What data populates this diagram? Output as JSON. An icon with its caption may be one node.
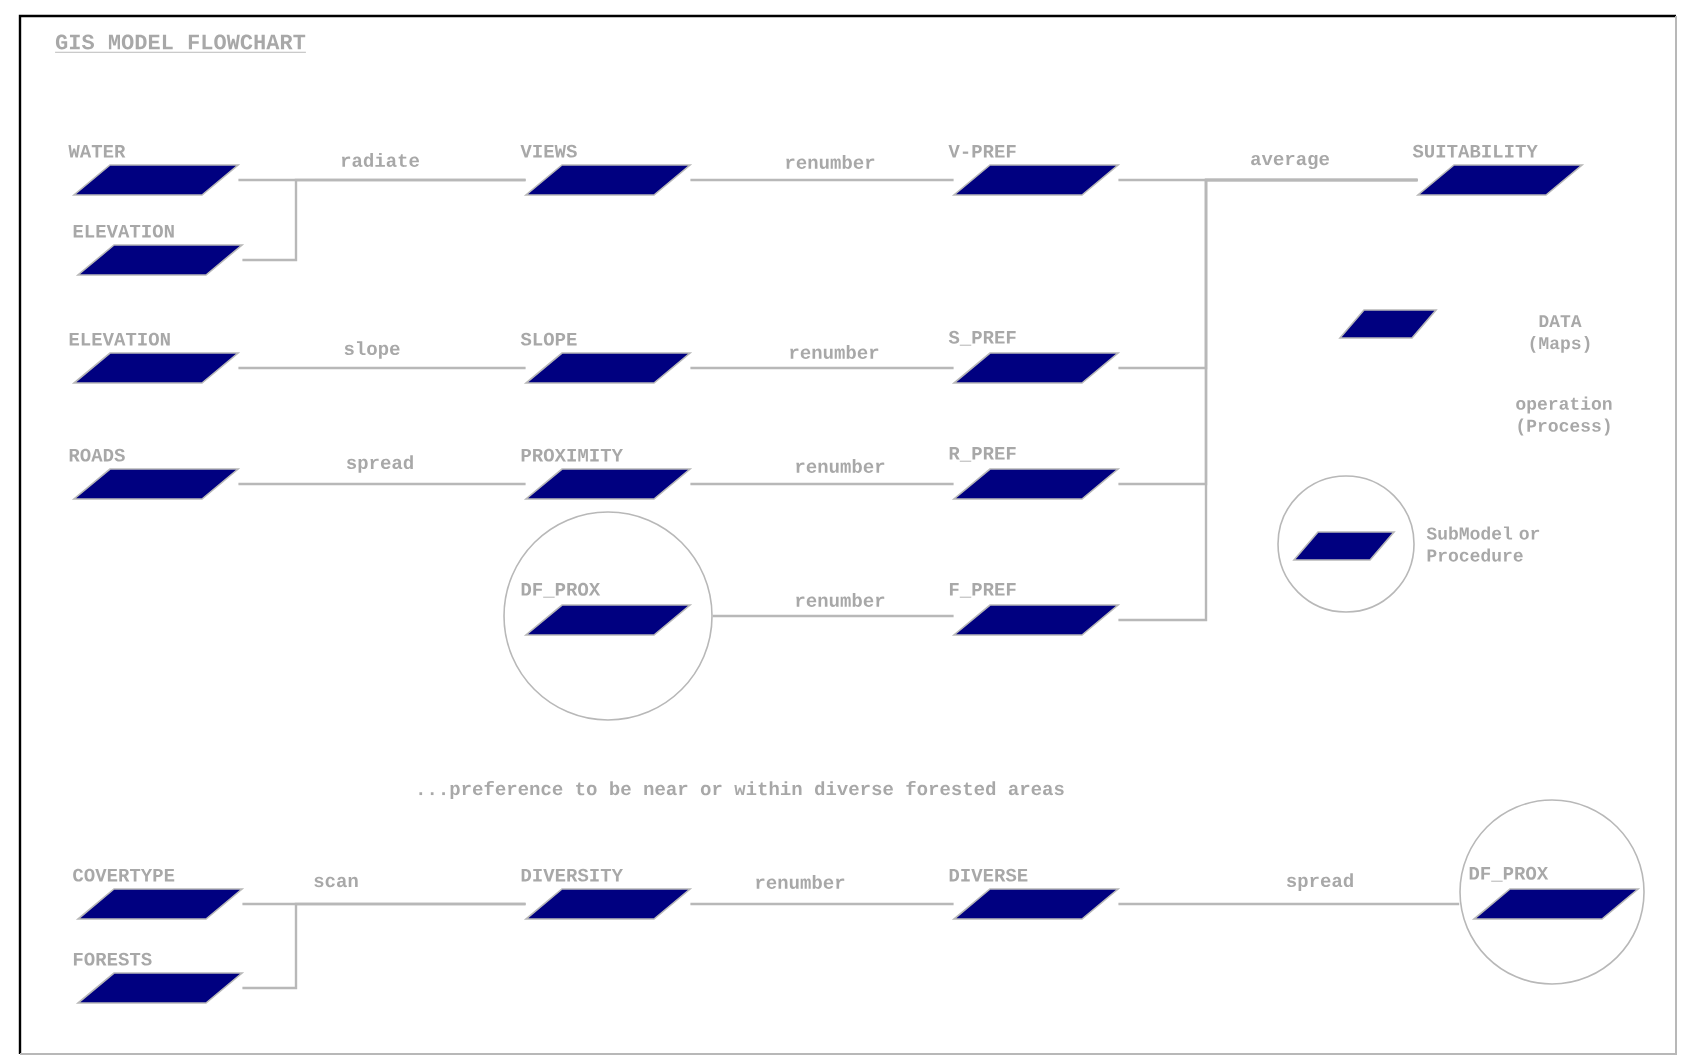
{
  "diagram": {
    "title": "GIS MODEL FLOWCHART",
    "nodes": [
      {
        "text": [
          "WATER"
        ]
      },
      {
        "text": [
          "ELEVATION"
        ]
      },
      {
        "text": [
          "VIEWS"
        ]
      },
      {
        "text": [
          "V-PREF"
        ]
      },
      {
        "text": [
          "SUITABILITY"
        ]
      },
      {
        "text": [
          "ELEVATION"
        ]
      },
      {
        "text": [
          "SLOPE"
        ]
      },
      {
        "text": [
          "S_PREF"
        ]
      },
      {
        "text": [
          "ROADS"
        ]
      },
      {
        "text": [
          "PROXIMITY"
        ]
      },
      {
        "text": [
          "R_PREF"
        ]
      },
      {
        "text": [],
        "shape": "circle"
      },
      {
        "text": [
          "DF_PROX"
        ],
        "in": 11
      },
      {
        "text": [
          "F_PREF"
        ]
      },
      {
        "text": [
          "COVERTYPE"
        ]
      },
      {
        "text": [
          "DIVERSITY"
        ]
      },
      {
        "text": [
          "DIVERSE"
        ]
      },
      {
        "text": [],
        "shape": "circle"
      },
      {
        "text": [
          "DF_PROX"
        ],
        "in": 17
      },
      {
        "text": [
          "FORESTS"
        ]
      }
    ],
    "edges": [
      {
        "from": 0,
        "to": 2,
        "arrow": "none",
        "label": "radiate"
      },
      {
        "from": 1,
        "to": 2,
        "arrow": "none"
      },
      {
        "from": 2,
        "to": 3,
        "arrow": "none",
        "label": "renumber"
      },
      {
        "from": 3,
        "to": 4,
        "arrow": "none",
        "label": "average"
      },
      {
        "from": 7,
        "to": 4,
        "arrow": "none"
      },
      {
        "from": 10,
        "to": 4,
        "arrow": "none"
      },
      {
        "from": 13,
        "to": 4,
        "arrow": "none"
      },
      {
        "from": 5,
        "to": 6,
        "arrow": "none",
        "label": "slope"
      },
      {
        "from": 6,
        "to": 7,
        "arrow": "none",
        "label": "renumber"
      },
      {
        "from": 8,
        "to": 9,
        "arrow": "none",
        "label": "spread"
      },
      {
        "from": 9,
        "to": 10,
        "arrow": "none",
        "label": "renumber"
      },
      {
        "from": 11,
        "to": 13,
        "arrow": "none",
        "label": "renumber"
      },
      {
        "from": 14,
        "to": 15,
        "arrow": "none",
        "label": "scan"
      },
      {
        "from": 19,
        "to": 15,
        "arrow": "none"
      },
      {
        "from": 15,
        "to": 16,
        "arrow": "none",
        "label": "renumber"
      },
      {
        "from": 16,
        "to": 17,
        "arrow": "none",
        "label": "spread"
      }
    ],
    "labels": [
      "...preference to be near or within diverse forested areas"
    ],
    "legend": [
      {
        "text": "DATA (Maps)"
      },
      {
        "text": "operation (Process)"
      },
      {
        "text": "SubModel or Procedure"
      }
    ]
  }
}
